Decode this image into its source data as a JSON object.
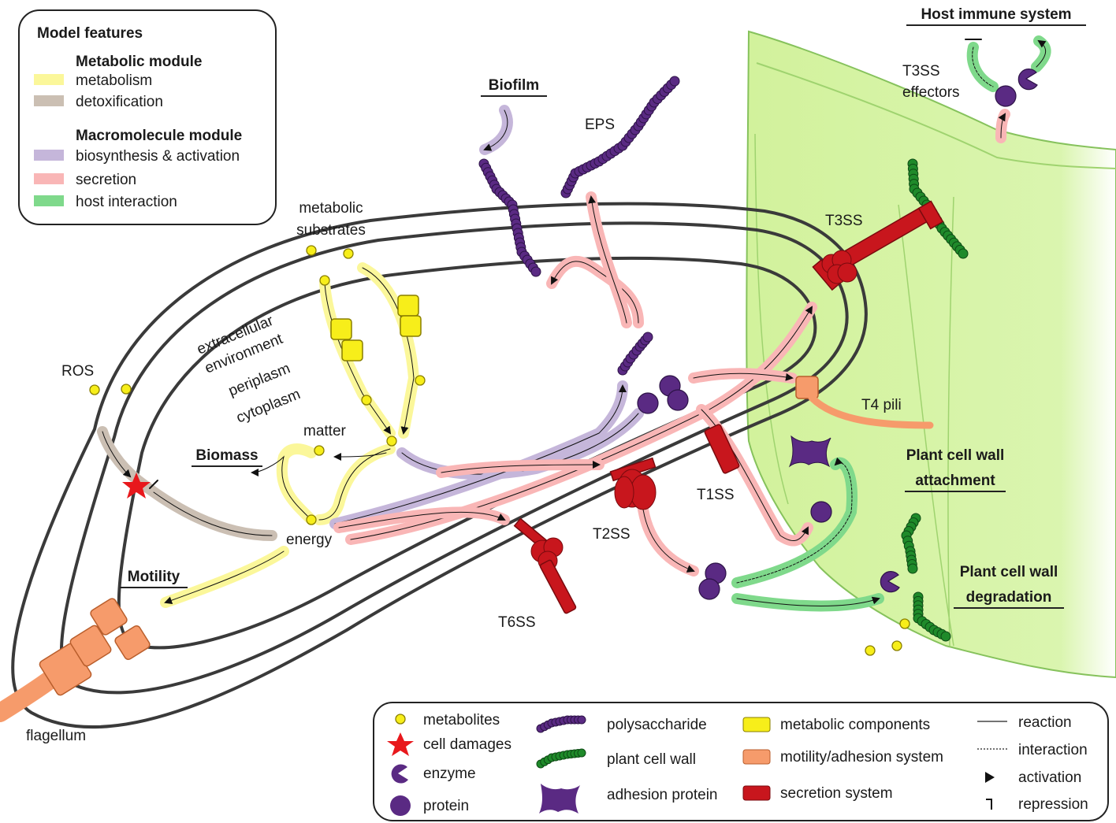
{
  "model_features": {
    "title": "Model features",
    "metabolic_module": {
      "heading": "Metabolic module",
      "items": [
        {
          "label": "metabolism",
          "color": "#fbf79a"
        },
        {
          "label": "detoxification",
          "color": "#cbbfb3"
        }
      ]
    },
    "macromolecule_module": {
      "heading": "Macromolecule module",
      "items": [
        {
          "label": "biosynthesis & activation",
          "color": "#c5b6da"
        },
        {
          "label": "secretion",
          "color": "#f9b6b6"
        },
        {
          "label": "host interaction",
          "color": "#7fd98b"
        }
      ]
    }
  },
  "compartments": {
    "extracellular": [
      "extracellular",
      "environment"
    ],
    "periplasm": "periplasm",
    "cytoplasm": "cytoplasm"
  },
  "labels": {
    "ros": "ROS",
    "metabolic_substrates": [
      "metabolic",
      "substrates"
    ],
    "matter": "matter",
    "energy": "energy",
    "eps": "EPS",
    "t3ss_effectors": [
      "T3SS",
      "effectors"
    ],
    "t3ss": "T3SS",
    "t4_pili": "T4 pili",
    "t1ss": "T1SS",
    "t2ss": "T2SS",
    "t6ss": "T6SS",
    "flagellum": "flagellum"
  },
  "processes": {
    "biofilm": "Biofilm",
    "biomass": "Biomass",
    "motility": "Motility",
    "host_immune_system": "Host immune system",
    "plant_cell_wall_attachment": [
      "Plant cell wall",
      "attachment"
    ],
    "plant_cell_wall_degradation": [
      "Plant cell wall",
      "degradation"
    ]
  },
  "legend": {
    "col1": [
      {
        "icon": "metabolite-icon",
        "label": "metabolites"
      },
      {
        "icon": "cell-damage-star-icon",
        "label": "cell damages"
      },
      {
        "icon": "enzyme-icon",
        "label": "enzyme"
      },
      {
        "icon": "protein-icon",
        "label": "protein"
      }
    ],
    "col2": [
      {
        "icon": "polysaccharide-icon",
        "label": "polysaccharide"
      },
      {
        "icon": "plant-cell-wall-icon",
        "label": "plant cell wall"
      },
      {
        "icon": "adhesion-protein-icon",
        "label": "adhesion protein"
      }
    ],
    "col3": [
      {
        "icon": "metabolic-component-icon",
        "label": "metabolic components",
        "color": "#f7ee1a"
      },
      {
        "icon": "motility-adhesion-icon",
        "label": "motility/adhesion system",
        "color": "#f69b6b"
      },
      {
        "icon": "secretion-system-icon",
        "label": "secretion system",
        "color": "#c8161d"
      }
    ],
    "col4": [
      {
        "icon": "reaction-line-icon",
        "label": "reaction"
      },
      {
        "icon": "interaction-line-icon",
        "label": "interaction"
      },
      {
        "icon": "activation-arrow-icon",
        "label": "activation"
      },
      {
        "icon": "repression-bar-icon",
        "label": "repression"
      }
    ]
  },
  "colors": {
    "metabolism": "#fbf79a",
    "detoxification": "#cbbfb3",
    "biosynthesis": "#c5b6da",
    "secretion": "#f9b6b6",
    "host_interaction": "#7fd98b",
    "plant_cell": "#d7f3a8",
    "polysaccharide": "#5a2a83",
    "plant_wall": "#1f8a2a",
    "secretion_system": "#c8161d",
    "motility_system": "#f69b6b",
    "metabolite": "#f7ee1a"
  }
}
